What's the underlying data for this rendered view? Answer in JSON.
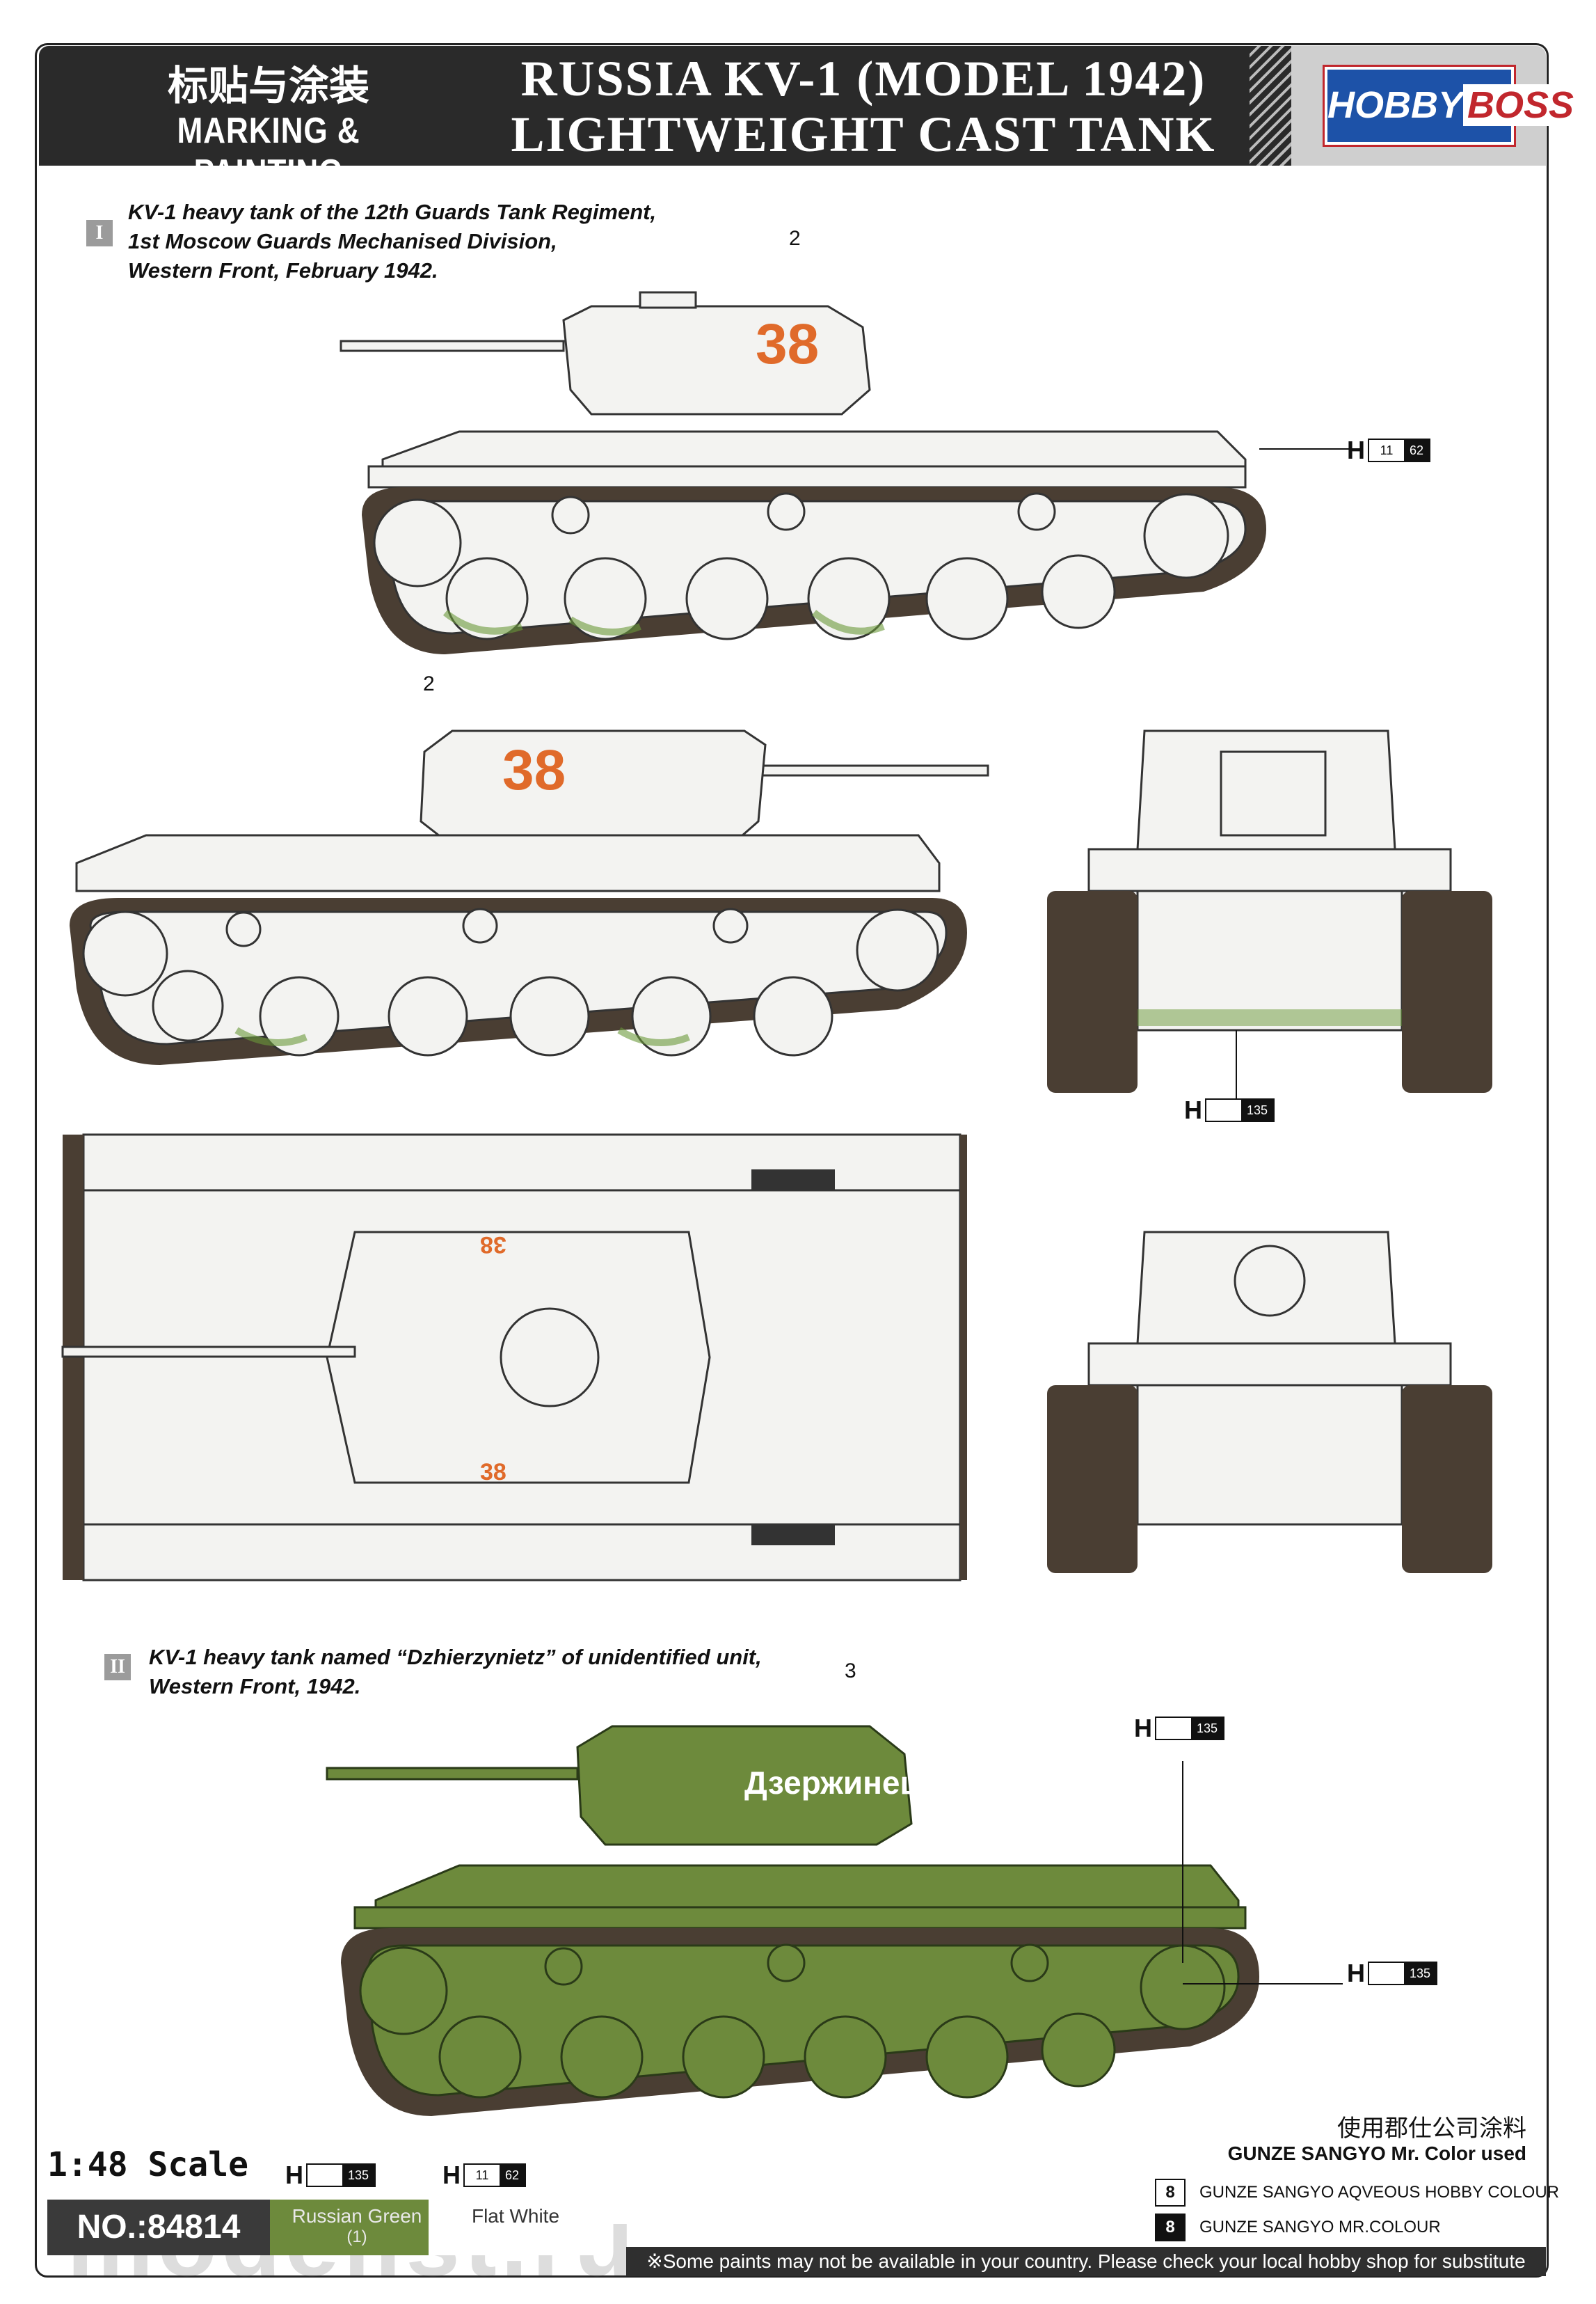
{
  "header": {
    "title_cn": "标贴与涂装",
    "title_en": "MARKING & PAINTING",
    "main_title_line1": "RUSSIA KV-1 (MODEL 1942)",
    "main_title_line2": "LIGHTWEIGHT CAST TANK",
    "brand_left": "HOBBY",
    "brand_right": "BOSS"
  },
  "scheme1": {
    "numeral": "I",
    "caption_lines": [
      "KV-1  heavy tank of the 12th Guards Tank Regiment,",
      "1st Moscow Guards Mechanised Division,",
      "Western Front, February 1942."
    ],
    "turret_number": "38",
    "decal_callout": "2",
    "paint_callouts": [
      {
        "letter": "H",
        "codes": [
          "11",
          "62"
        ]
      },
      {
        "letter": "H",
        "codes": [
          "135"
        ]
      }
    ]
  },
  "scheme2": {
    "numeral": "II",
    "caption_lines": [
      "KV-1  heavy tank named “Dzhierzynietz” of unidentified unit,",
      "Western Front, 1942."
    ],
    "turret_name": "Дзержинец",
    "decal_callout": "3",
    "paint_callouts": [
      {
        "letter": "H",
        "codes": [
          "135"
        ]
      },
      {
        "letter": "H",
        "codes": [
          "135"
        ]
      }
    ]
  },
  "footer": {
    "scale": "1:48 Scale",
    "product_no": "NO.:84814",
    "swatches": [
      {
        "letter": "H",
        "code": "135",
        "name": "Russian Green",
        "number": "(1)",
        "color": "#6d8a3c"
      },
      {
        "letter": "H",
        "code_a": "11",
        "code_b": "62",
        "name": "Flat White",
        "number": "",
        "color": "#ffffff"
      }
    ],
    "paint_cn": "使用郡仕公司涂料",
    "paint_en": "GUNZE SANGYO Mr. Color used",
    "legend": [
      {
        "icon": "8",
        "text": "GUNZE SANGYO AQVEOUS HOBBY COLOUR"
      },
      {
        "icon": "8",
        "text": "GUNZE SANGYO MR.COLOUR"
      }
    ],
    "disclaimer": "※Some paints may not be available in your country. Please check your local hobby shop for substitute",
    "watermark": "modelist.ru"
  },
  "colors": {
    "winter_white": "#f3f3f1",
    "russian_green": "#6d8a3c",
    "track": "#4a3e33",
    "marking_orange": "#e06a2a",
    "header_dark": "#2a2a2a",
    "brand_blue": "#1d52a8",
    "brand_red": "#c1272d"
  }
}
